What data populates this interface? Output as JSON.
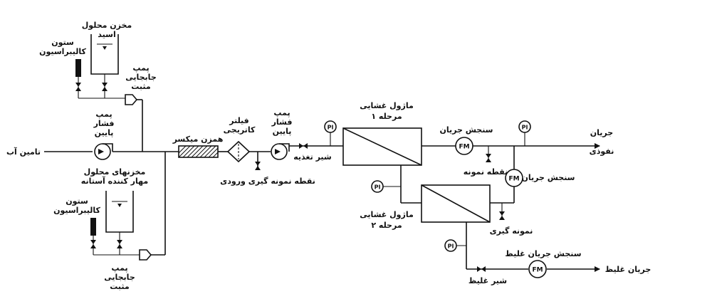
{
  "labels": {
    "acid_tank": [
      "مخزن محلول",
      "اسید"
    ],
    "calib_column_top": [
      "ستون",
      "کالیبراسیون"
    ],
    "pd_pump_top": [
      "پمپ",
      "جابجایی",
      "مثبت"
    ],
    "lp_pump_left": [
      "پمپ",
      "فشار",
      "پایین"
    ],
    "water_supply": "تامین آب",
    "antiscalant_tank": [
      "مخزنهای محلول",
      "مهار کننده آستانه"
    ],
    "calib_column_bottom": [
      "ستون",
      "کالیبراسیون"
    ],
    "pd_pump_bottom": [
      "پمپ",
      "جابجایی",
      "مثبت"
    ],
    "mixer_tank": "همزن میکسر",
    "cartridge_filter": [
      "فیلتر",
      "کاتریجی"
    ],
    "lp_pump_mid": [
      "پمپ",
      "فشار",
      "پایین"
    ],
    "inlet_sampling": "نقطه نمونه گیری ورودی",
    "feed_valve": "شیر تغذیه",
    "module_stage1": [
      "ماژول غشایی",
      "مرحله ۱"
    ],
    "flow_meter_top": "سنجش جریان",
    "permeate_stream": [
      "جریان",
      "نفوذی"
    ],
    "sampling_point": "نقطه نمونه",
    "flow_meter_right": "سنجش جریان",
    "module_stage2": [
      "ماژول غشایی",
      "مرحله ۲"
    ],
    "sampling_stage2": "نمونه گیری",
    "concentrate_meter": "سنجش جریان غلیظ",
    "concentrate_stream": "جریان غلیظ",
    "concentrate_valve": "شیر غلیظ"
  },
  "instruments": {
    "pressure": "PI",
    "flow": "FM"
  }
}
